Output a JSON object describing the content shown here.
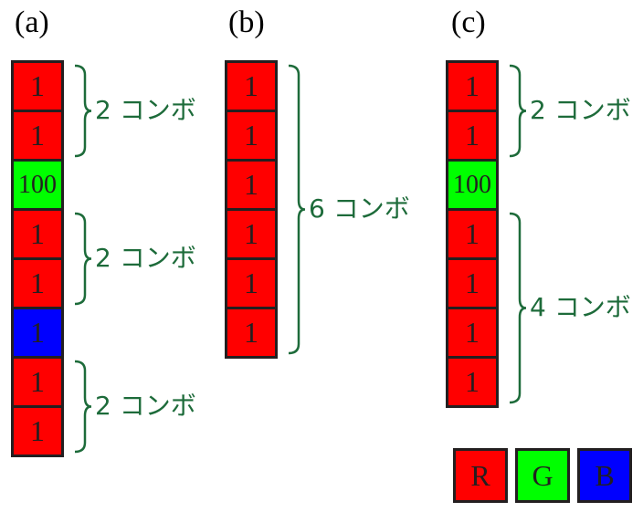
{
  "colors": {
    "R": "#ff0000",
    "G": "#00ff00",
    "B": "#0000ff",
    "brace": "#1d6b3a",
    "border": "#231f20"
  },
  "panels": [
    {
      "label": "(a)",
      "cells": [
        {
          "value": "1",
          "color": "R"
        },
        {
          "value": "1",
          "color": "R"
        },
        {
          "value": "100",
          "color": "G"
        },
        {
          "value": "1",
          "color": "R"
        },
        {
          "value": "1",
          "color": "R"
        },
        {
          "value": "1",
          "color": "B"
        },
        {
          "value": "1",
          "color": "R"
        },
        {
          "value": "1",
          "color": "R"
        }
      ],
      "groups": [
        {
          "start": 0,
          "end": 1,
          "label": "2 コンボ"
        },
        {
          "start": 3,
          "end": 4,
          "label": "2 コンボ"
        },
        {
          "start": 6,
          "end": 7,
          "label": "2 コンボ"
        }
      ]
    },
    {
      "label": "(b)",
      "cells": [
        {
          "value": "1",
          "color": "R"
        },
        {
          "value": "1",
          "color": "R"
        },
        {
          "value": "1",
          "color": "R"
        },
        {
          "value": "1",
          "color": "R"
        },
        {
          "value": "1",
          "color": "R"
        },
        {
          "value": "1",
          "color": "R"
        }
      ],
      "groups": [
        {
          "start": 0,
          "end": 5,
          "label": "6 コンボ"
        }
      ]
    },
    {
      "label": "(c)",
      "cells": [
        {
          "value": "1",
          "color": "R"
        },
        {
          "value": "1",
          "color": "R"
        },
        {
          "value": "100",
          "color": "G"
        },
        {
          "value": "1",
          "color": "R"
        },
        {
          "value": "1",
          "color": "R"
        },
        {
          "value": "1",
          "color": "R"
        },
        {
          "value": "1",
          "color": "R"
        }
      ],
      "groups": [
        {
          "start": 0,
          "end": 1,
          "label": "2 コンボ"
        },
        {
          "start": 3,
          "end": 6,
          "label": "4 コンボ"
        }
      ]
    }
  ],
  "legend": [
    {
      "label": "R",
      "color": "R"
    },
    {
      "label": "G",
      "color": "G"
    },
    {
      "label": "B",
      "color": "B"
    }
  ]
}
